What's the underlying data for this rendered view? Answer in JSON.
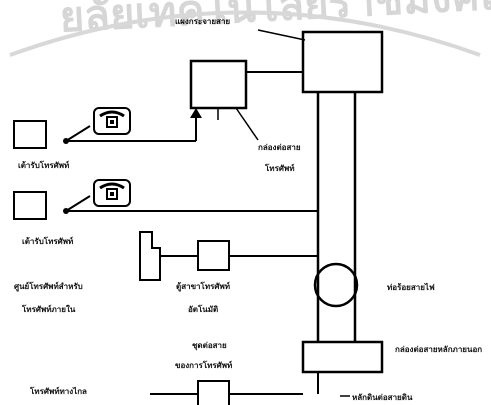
{
  "watermark": {
    "text": "ยลัยเทคโนโลยีราชมงคล",
    "color": "#cfcfcf"
  },
  "labels": {
    "top_box": "แผงกระจายสาย",
    "junction_box_l1": "กล่องต่อสาย",
    "junction_box_l2": "โทรศัพท์",
    "tel_outlet_1": "เต้ารับโทรศัพท์",
    "tel_outlet_2": "เต้ารับโทรศัพท์",
    "center_l1": "ศูนย์โทรศัพท์สำหรับ",
    "center_l2": "โทรศัพท์ภายใน",
    "auto_l1": "ตู้สาขาโทรศัพท์",
    "auto_l2": "อัตโนมัติ",
    "riser": "ท่อร้อยสายไฟ",
    "cable_l1": "ชุดต่อสาย",
    "cable_l2": "ของการโทรศัพท์",
    "main_box": "กล่องต่อสายหลักภายนอก",
    "telco_line": "โทรศัพท์ทางไกล",
    "ground": "หลักดินต่อสายดิน"
  },
  "icons": [
    "telephone-icon",
    "telephone-icon"
  ]
}
